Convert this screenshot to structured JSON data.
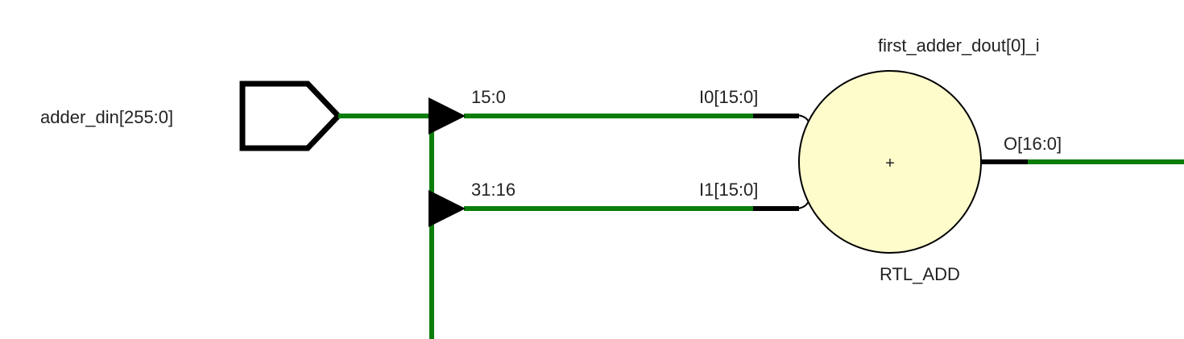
{
  "input_port": {
    "name": "adder_din[255:0]"
  },
  "nets": {
    "slice_0": {
      "label": "15:0"
    },
    "slice_1": {
      "label": "31:16"
    }
  },
  "adder": {
    "instance_name": "first_adder_dout[0]_i",
    "cell_type": "RTL_ADD",
    "symbol": "+",
    "pins": {
      "i0": "I0[15:0]",
      "i1": "I1[15:0]",
      "o": "O[16:0]"
    },
    "fill_color": "#fffccc"
  },
  "colors": {
    "net": "#0a7d0a",
    "pin": "#000000"
  }
}
